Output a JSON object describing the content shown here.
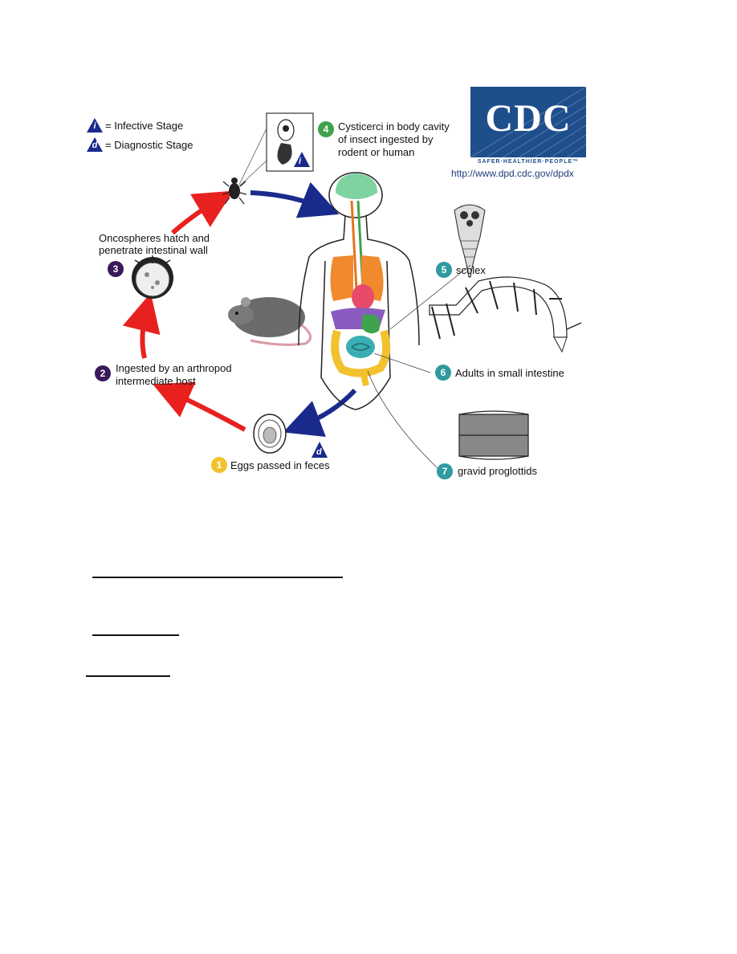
{
  "legend": {
    "infective_letter": "i",
    "infective_text": "= Infective Stage",
    "diagnostic_letter": "d",
    "diagnostic_text": "= Diagnostic Stage"
  },
  "logo": {
    "text": "CDC",
    "tagline": "SAFER·HEALTHIER·PEOPLE™",
    "url": "http://www.dpd.cdc.gov/dpdx"
  },
  "stages": [
    {
      "number": "1",
      "line1": "Eggs passed in feces",
      "line2": "",
      "color": "#f2c12e"
    },
    {
      "number": "2",
      "line1": "Ingested by an arthropod",
      "line2": "intermediate host",
      "color": "#3b1a5a"
    },
    {
      "number": "3",
      "line1": "Oncospheres hatch and",
      "line2": "penetrate intestinal wall",
      "color": "#3b1a5a"
    },
    {
      "number": "4",
      "line1": "Cysticerci in body cavity",
      "line2": "of insect ingested by",
      "line3": "rodent or human",
      "color": "#3fa34d"
    },
    {
      "number": "5",
      "line1": "scolex",
      "line2": "",
      "color": "#2f9aa0"
    },
    {
      "number": "6",
      "line1": "Adults in small intestine",
      "line2": "",
      "color": "#2f9aa0"
    },
    {
      "number": "7",
      "line1": "gravid proglottids",
      "line2": "",
      "color": "#2f9aa0"
    }
  ],
  "badges": {
    "insect_infective": "i",
    "egg_diagnostic": "d"
  },
  "colors": {
    "arrow_red": "#e8211f",
    "arrow_blue": "#1a2a8c",
    "cdc_blue": "#1f4e8c"
  }
}
